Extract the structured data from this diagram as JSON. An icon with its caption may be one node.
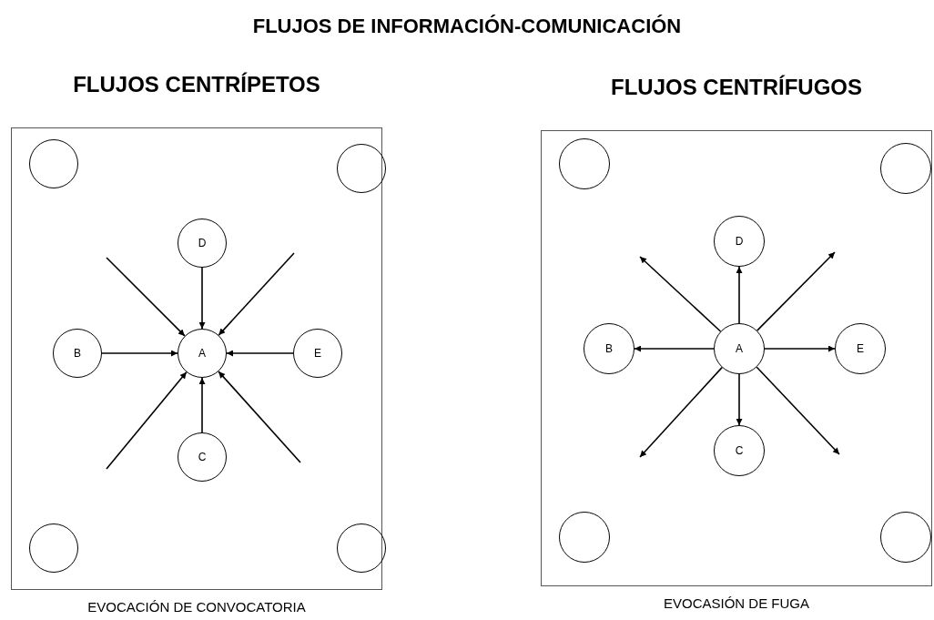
{
  "diagram": {
    "title": "FLUJOS DE INFORMACIÓN-COMUNICACIÓN",
    "nodes": [
      {
        "text": [
          "FLUJOS CENTRÍPETOS"
        ],
        "beside": [
          "EVOCACIÓN DE CONVOCATORIA"
        ]
      },
      {
        "text": [],
        "shape": "circle",
        "in": 0
      },
      {
        "text": [],
        "shape": "circle",
        "in": 0
      },
      {
        "text": [
          "D"
        ],
        "in": 0
      },
      {
        "text": [
          "B"
        ],
        "in": 0
      },
      {
        "text": [
          "A"
        ],
        "in": 0
      },
      {
        "text": [
          "E"
        ],
        "in": 0
      },
      {
        "text": [
          "C"
        ],
        "in": 0
      },
      {
        "text": [],
        "shape": "circle",
        "in": 0
      },
      {
        "text": [],
        "shape": "circle",
        "in": 0
      },
      {
        "text": [
          "FLUJOS CENTRÍFUGOS"
        ],
        "beside": [
          "EVOCASIÓN DE FUGA"
        ]
      },
      {
        "text": [],
        "shape": "circle",
        "in": 10
      },
      {
        "text": [],
        "shape": "circle",
        "in": 10
      },
      {
        "text": [
          "D"
        ],
        "in": 10
      },
      {
        "text": [
          "B"
        ],
        "in": 10
      },
      {
        "text": [
          "A"
        ],
        "in": 10
      },
      {
        "text": [
          "E"
        ],
        "in": 10
      },
      {
        "text": [
          "C"
        ],
        "in": 10
      },
      {
        "text": [],
        "shape": "circle",
        "in": 10
      },
      {
        "text": [],
        "shape": "circle",
        "in": 10
      }
    ],
    "edges": [
      {
        "from": 3,
        "to": 5,
        "arrow": "to"
      },
      {
        "from": 4,
        "to": 5,
        "arrow": "to"
      },
      {
        "from": 6,
        "to": 5,
        "arrow": "to"
      },
      {
        "from": 7,
        "to": 5,
        "arrow": "to"
      },
      {
        "from": null,
        "to": 5,
        "arrow": "to"
      },
      {
        "from": null,
        "to": 5,
        "arrow": "to"
      },
      {
        "from": null,
        "to": 5,
        "arrow": "to"
      },
      {
        "from": null,
        "to": 5,
        "arrow": "to"
      },
      {
        "from": 15,
        "to": 13,
        "arrow": "to"
      },
      {
        "from": 15,
        "to": 14,
        "arrow": "to"
      },
      {
        "from": 15,
        "to": 16,
        "arrow": "to"
      },
      {
        "from": 15,
        "to": 17,
        "arrow": "to"
      },
      {
        "from": 15,
        "to": null,
        "arrow": "to"
      },
      {
        "from": 15,
        "to": null,
        "arrow": "to"
      },
      {
        "from": 15,
        "to": null,
        "arrow": "to"
      },
      {
        "from": 15,
        "to": null,
        "arrow": "to"
      }
    ]
  }
}
